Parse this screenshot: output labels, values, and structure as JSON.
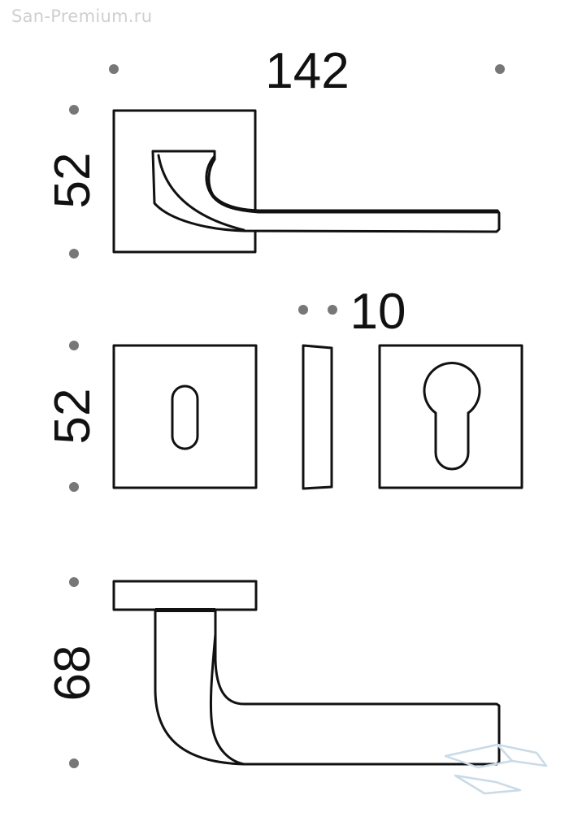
{
  "watermark": {
    "text": "San-Premium.ru"
  },
  "dimensions": {
    "width_top": "142",
    "height_rose": "52",
    "thickness": "10",
    "height_escutcheon": "52",
    "projection": "68"
  },
  "colors": {
    "line": "#111111",
    "dot": "#777777",
    "watermark": "#cfcfcf",
    "logo": "#c9dbe8"
  },
  "views": {
    "front": {
      "parts": [
        "square-rose",
        "lever-handle"
      ]
    },
    "middle": {
      "parts": [
        "key-escutcheon",
        "escutcheon-profile",
        "euro-cylinder-escutcheon"
      ]
    },
    "side": {
      "parts": [
        "rose-profile",
        "lever-side-profile"
      ]
    }
  }
}
